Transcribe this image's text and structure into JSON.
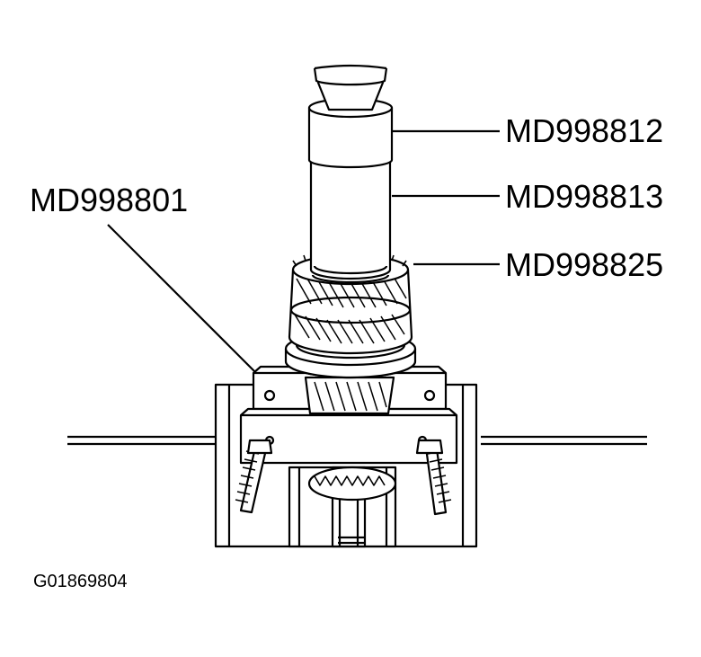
{
  "labels": {
    "md998812": "MD998812",
    "md998813": "MD998813",
    "md998825": "MD998825",
    "md998801": "MD998801"
  },
  "figure_id": "G01869804"
}
